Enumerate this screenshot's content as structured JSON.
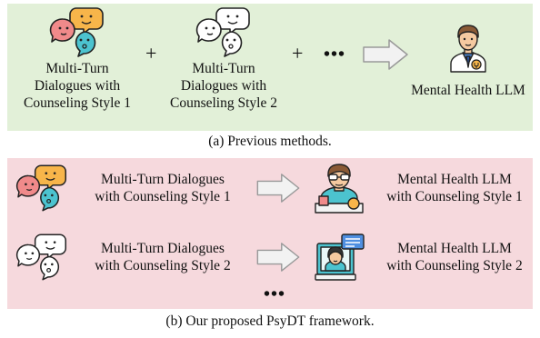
{
  "panel_a": {
    "dialogue_1": [
      "Multi-Turn",
      "Dialogues with",
      "Counseling Style 1"
    ],
    "dialogue_2": [
      "Multi-Turn",
      "Dialogues with",
      "Counseling Style 2"
    ],
    "plus": "+",
    "ellipsis": "•••",
    "result": "Mental Health LLM",
    "caption": "(a) Previous methods."
  },
  "panel_b": {
    "rows": [
      {
        "dialogue": [
          "Multi-Turn Dialogues",
          "with Counseling Style 1"
        ],
        "model": [
          "Mental Health LLM",
          "with Counseling Style 1"
        ]
      },
      {
        "dialogue": [
          "Multi-Turn Dialogues",
          "with Counseling Style 2"
        ],
        "model": [
          "Mental Health LLM",
          "with Counseling Style 2"
        ]
      }
    ],
    "ellipsis": "•••",
    "caption": "(b) Our proposed PsyDT framework."
  },
  "colors": {
    "panel_a_bg": "#e2f0d8",
    "panel_b_bg": "#f6d9dd",
    "bubble_red": "#f08a8a",
    "bubble_orange": "#f7b54a",
    "bubble_teal": "#4cc3cf",
    "arrow_fill": "#f2f2f2",
    "arrow_stroke": "#999999"
  },
  "icons": [
    "colored-chat-bubbles-icon",
    "outline-chat-bubbles-icon",
    "doctor-icon",
    "counselor-at-desk-icon",
    "video-call-counselor-icon",
    "right-arrow-icon"
  ]
}
